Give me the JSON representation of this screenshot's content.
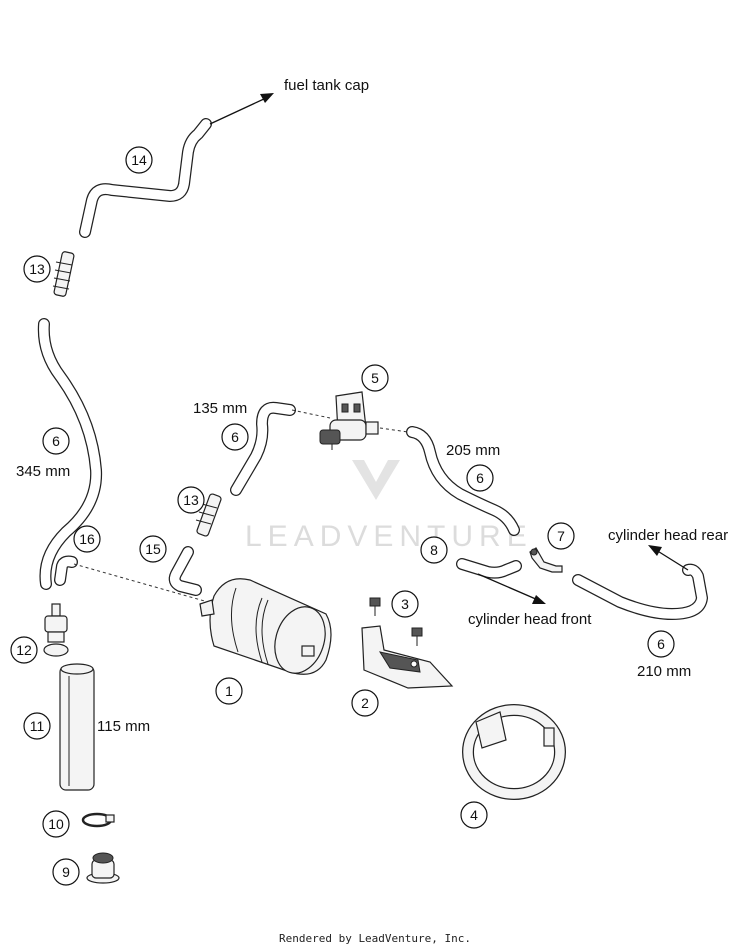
{
  "watermark": {
    "text": "LEADVENTURE"
  },
  "annotations": {
    "fuel_tank_cap": "fuel tank cap",
    "cylinder_head_rear": "cylinder head rear",
    "cylinder_head_front": "cylinder head front"
  },
  "lengths": {
    "hose_135": "135 mm",
    "hose_205": "205 mm",
    "hose_345": "345 mm",
    "hose_210": "210 mm",
    "hose_115": "115 mm"
  },
  "callouts": {
    "c1": "1",
    "c2": "2",
    "c3": "3",
    "c4": "4",
    "c5": "5",
    "c6a": "6",
    "c6b": "6",
    "c6c": "6",
    "c6d": "6",
    "c7": "7",
    "c8": "8",
    "c9": "9",
    "c10": "10",
    "c11": "11",
    "c12": "12",
    "c13a": "13",
    "c13b": "13",
    "c14": "14",
    "c15": "15",
    "c16": "16"
  },
  "footer": "Rendered by LeadVenture, Inc."
}
